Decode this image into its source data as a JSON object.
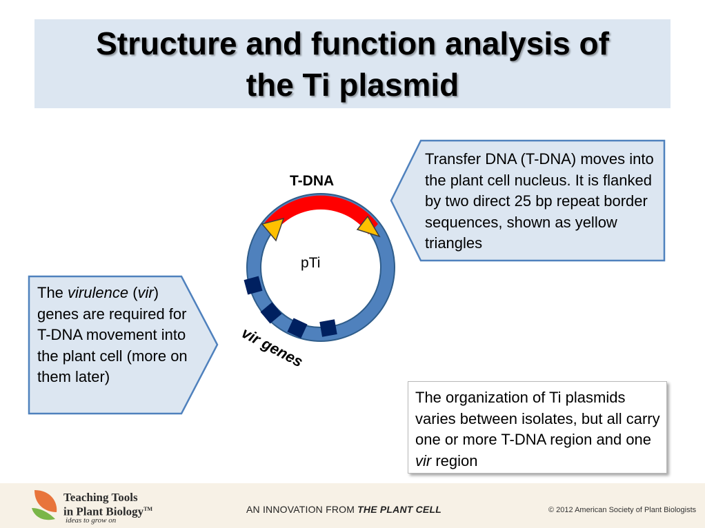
{
  "title": "Structure and function analysis of\nthe Ti plasmid",
  "diagram": {
    "tdna_label": "T-DNA",
    "plasmid_label": "pTi",
    "vir_label": "vir genes",
    "colors": {
      "backbone": "#4f81bd",
      "tdna": "#ff0000",
      "border_triangles": "#ffc000",
      "vir_blocks": "#002060"
    }
  },
  "callouts": {
    "right": "Transfer DNA (T-DNA) moves into the plant cell nucleus. It is flanked by two direct 25 bp repeat border sequences, shown as yellow triangles",
    "left": {
      "part1": "The ",
      "italic1": "virulence",
      "part2": " (",
      "italic2": "vir",
      "part3": ") genes are required for T-DNA movement into the plant cell (more on them later)"
    },
    "note": {
      "part1": "The organization of Ti plasmids varies between isolates, but all carry one or more T-DNA region and one ",
      "italic": "vir",
      "part2": " region"
    }
  },
  "footer": {
    "logo_line1": "Teaching Tools",
    "logo_line2": "in Plant Biology",
    "logo_tm": "TM",
    "tagline": "ideas to grow on",
    "innovation_prefix": "AN INNOVATION FROM ",
    "innovation_brand": "THE PLANT CELL",
    "copyright": "© 2012 American Society of Plant Biologists"
  }
}
